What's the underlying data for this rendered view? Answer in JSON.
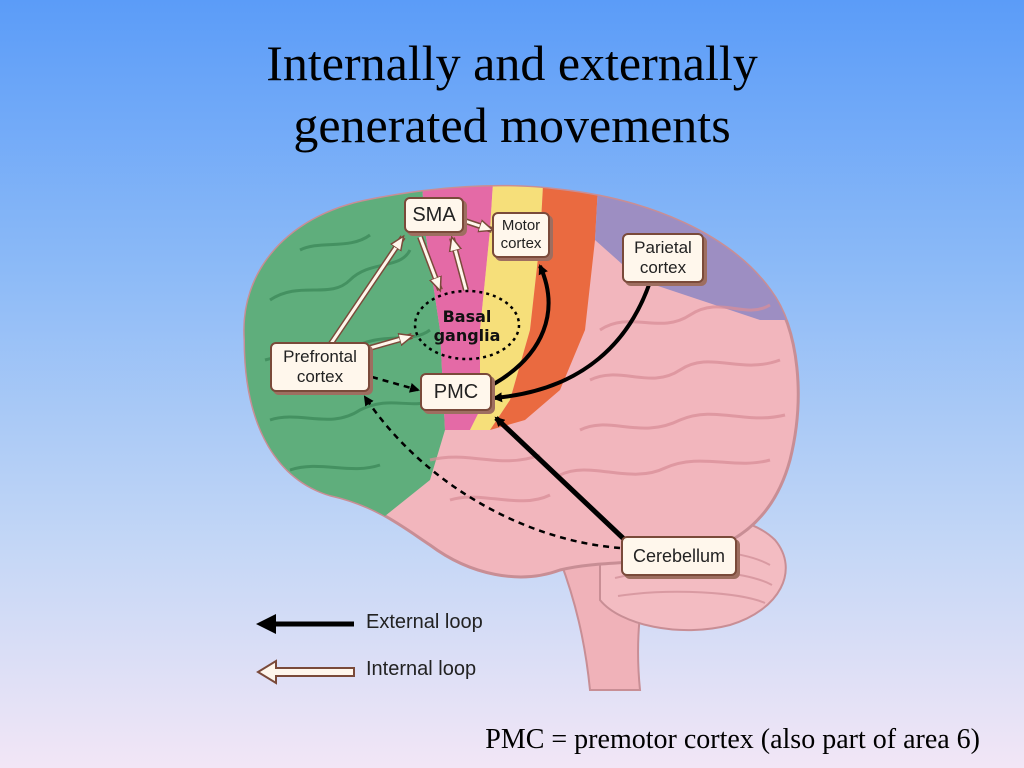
{
  "title": {
    "line1": "Internally and externally",
    "line2": "generated movements"
  },
  "labels": {
    "sma": "SMA",
    "motor_cortex_1": "Motor",
    "motor_cortex_2": "cortex",
    "parietal_cortex_1": "Parietal",
    "parietal_cortex_2": "cortex",
    "basal_ganglia_1": "Basal",
    "basal_ganglia_2": "ganglia",
    "prefrontal_cortex_1": "Prefrontal",
    "prefrontal_cortex_2": "cortex",
    "pmc": "PMC",
    "cerebellum": "Cerebellum"
  },
  "legend": {
    "external_loop": "External loop",
    "internal_loop": "Internal loop"
  },
  "footnote": "PMC = premotor cortex (also part of area 6)",
  "colors": {
    "prefrontal": "#5fae7c",
    "sma_pmc": "#e46aa6",
    "premotor_yellow": "#f6df7a",
    "motor_orange": "#ea6a40",
    "parietal": "#9d8ec2",
    "brain_pink": "#f2b6bd"
  }
}
